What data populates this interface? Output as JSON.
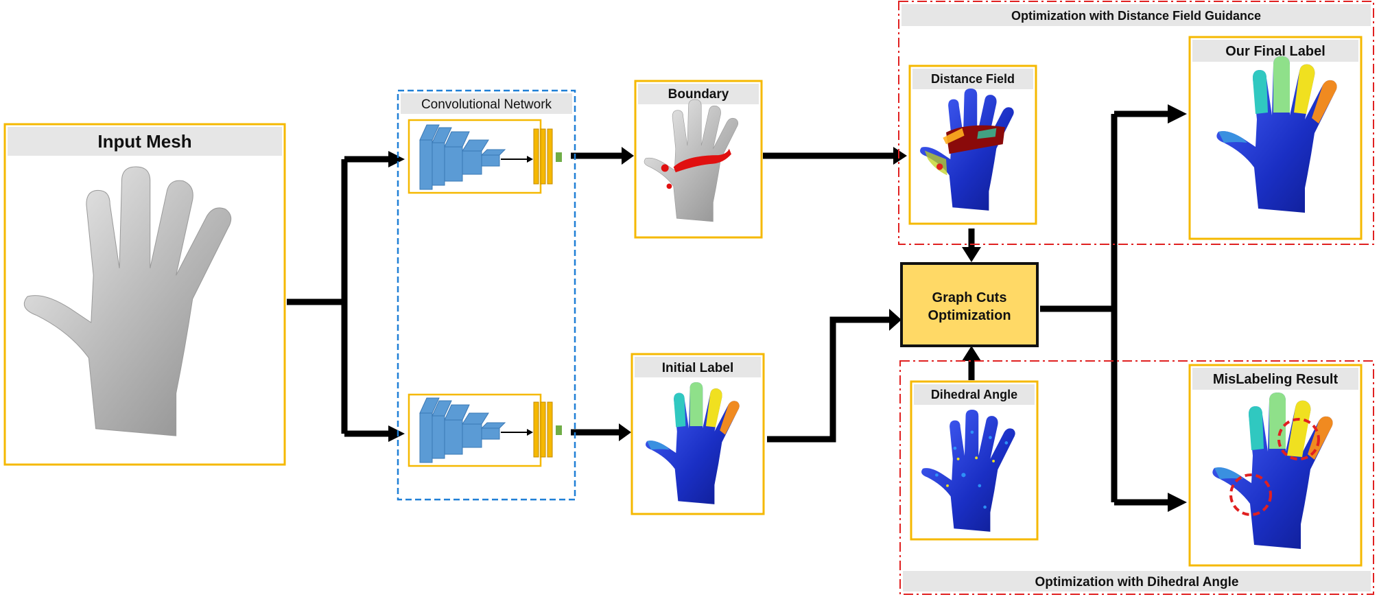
{
  "input_mesh": {
    "title": "Input Mesh"
  },
  "conv_net": {
    "title": "Convolutional Network"
  },
  "boundary": {
    "title": "Boundary"
  },
  "initial_label": {
    "title": "Initial Label"
  },
  "distance_field": {
    "title": "Distance Field"
  },
  "dihedral_angle": {
    "title": "Dihedral Angle"
  },
  "graph_cuts": {
    "line1": "Graph Cuts",
    "line2": "Optimization"
  },
  "final_label": {
    "title": "Our Final Label"
  },
  "mislabel": {
    "title": "MisLabeling Result"
  },
  "group_top": {
    "title": "Optimization with Distance Field Guidance"
  },
  "group_bottom": {
    "title": "Optimization with Dihedral Angle"
  },
  "colors": {
    "panel_border": "#f5b800",
    "header_fill": "#e6e6e6",
    "net_border": "#1f7fd6",
    "group_border": "#e02020",
    "graph_cuts_fill": "#ffd966",
    "layer_blue": "#5b9bd5",
    "layer_orange": "#f5b800",
    "layer_green": "#70ad47",
    "mesh_gray": "#c8c8c8",
    "label_blue": "#1a35c8",
    "boundary_red": "#e01010"
  }
}
